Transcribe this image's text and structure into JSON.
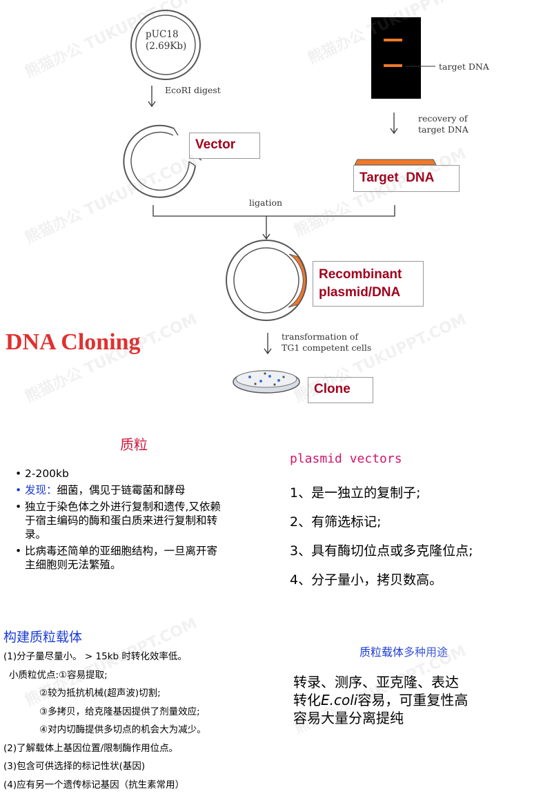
{
  "diagram": {
    "plasmid_name": "pUC18",
    "plasmid_size": "(2.69Kb)",
    "step_digest": "EcoRI digest",
    "gel_annotation": "target DNA",
    "step_recovery_1": "recovery of",
    "step_recovery_2": "target DNA",
    "vector_label": "Vector",
    "target_label": "Target  DNA",
    "step_ligation": "ligation",
    "recombinant_label_1": "Recombinant",
    "recombinant_label_2": "plasmid/DNA",
    "step_transform_1": "transformation of",
    "step_transform_2": "TG1 competent cells",
    "clone_label": "Clone",
    "title": "DNA Cloning",
    "colors": {
      "orange": "#f0782a",
      "dark_red": "#a0001c",
      "title_red": "#e03030"
    }
  },
  "plasmid_section": {
    "heading": "质粒",
    "bullets": [
      {
        "text": "2-200kb"
      },
      {
        "prefix": "发现：",
        "text": "细菌，偶见于链霉菌和酵母"
      },
      {
        "text": "独立于染色体之外进行复制和遗传,又依赖"
      },
      {
        "text": "于宿主编码的酶和蛋白质来进行复制和转"
      },
      {
        "text": "录。"
      },
      {
        "text": "比病毒还简单的亚细胞结构，一旦离开寄"
      },
      {
        "text": "主细胞则无法繁殖。"
      }
    ]
  },
  "vectors_section": {
    "heading": "plasmid vectors",
    "items": [
      "1、是一独立的复制子;",
      "2、有筛选标记;",
      "3、具有酶切位点或多克隆位点;",
      "4、分子量小，拷贝数高。"
    ]
  },
  "construct_section": {
    "heading": "构建质粒载体",
    "lines": [
      "(1)分子量尽量小。 > 15kb 时转化效率低。",
      "小质粒优点:①容易提取;",
      "②较为抵抗机械(超声波)切割;",
      "③多拷贝，给克隆基因提供了剂量效应;",
      "④对内切酶提供多切点的机会大为减少。",
      "(2)了解载体上基因位置/限制酶作用位点。",
      "(3)包含可供选择的标记性状(基因)",
      "(4)应有另一个遗传标记基因（抗生素常用）"
    ]
  },
  "uses_section": {
    "heading_blue": "质粒载体",
    "heading_rest": "多种用途",
    "line1": "转录、测序、亚克隆、表达",
    "line2_pre": "转化",
    "line2_italic": "E.coli",
    "line2_post": "容易，可重复性高",
    "line3": "容易大量分离提纯"
  },
  "watermark": "熊猫办公 TUKUPPT.COM"
}
